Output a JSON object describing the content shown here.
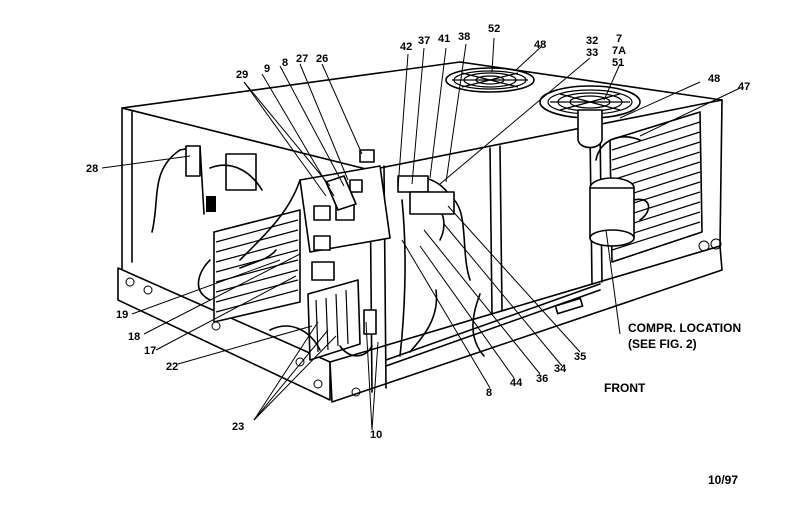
{
  "callouts": {
    "c52": "52",
    "c48a": "48",
    "c32": "32",
    "c33": "33",
    "c7": "7",
    "c7a": "7A",
    "c51": "51",
    "c48b": "48",
    "c47": "47",
    "c42": "42",
    "c37": "37",
    "c41": "41",
    "c38": "38",
    "c29": "29",
    "c9": "9",
    "c8a": "8",
    "c27": "27",
    "c26": "26",
    "c28": "28",
    "c19": "19",
    "c18": "18",
    "c17": "17",
    "c22": "22",
    "c23": "23",
    "c10": "10",
    "c8b": "8",
    "c44": "44",
    "c36": "36",
    "c34": "34",
    "c35": "35"
  },
  "notes": {
    "compr_line1": "COMPR. LOCATION",
    "compr_line2": "(SEE FIG. 2)",
    "front": "FRONT",
    "date": "10/97"
  }
}
